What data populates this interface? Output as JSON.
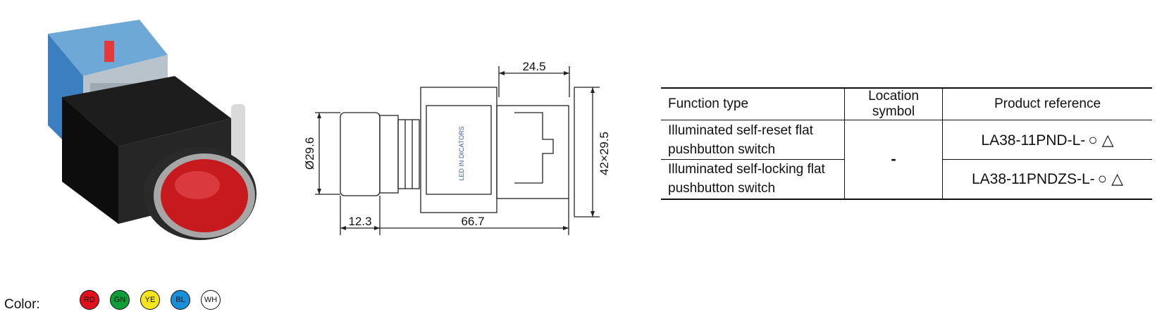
{
  "drawing": {
    "dim_top": "24.5",
    "dim_dia": "Ø29.6",
    "dim_height": "42×29.5",
    "dim_head": "12.3",
    "dim_length": "66.7",
    "led_text": "LED IN DICATORS"
  },
  "table": {
    "headers": {
      "function": "Function type",
      "location": "Location symbol",
      "reference": "Product reference"
    },
    "rows": [
      {
        "function_line1": "Illuminated self-reset flat",
        "function_line2": "pushbutton switch",
        "reference": "LA38-11PND-L-",
        "symbols": "○ △"
      },
      {
        "function_line1": "Illuminated self-locking flat",
        "function_line2": "pushbutton switch",
        "reference": "LA38-11PNDZS-L-",
        "symbols": "○ △"
      }
    ],
    "location_value": "-"
  },
  "colors": {
    "label": "Color:",
    "options": [
      {
        "code": "RD",
        "hex": "#e3101b",
        "text": "#111111"
      },
      {
        "code": "GN",
        "hex": "#0f9d3a",
        "text": "#111111"
      },
      {
        "code": "YE",
        "hex": "#f5e51c",
        "text": "#111111"
      },
      {
        "code": "BL",
        "hex": "#1a8fd8",
        "text": "#111111"
      },
      {
        "code": "WH",
        "hex": "#ffffff",
        "text": "#111111"
      }
    ]
  }
}
